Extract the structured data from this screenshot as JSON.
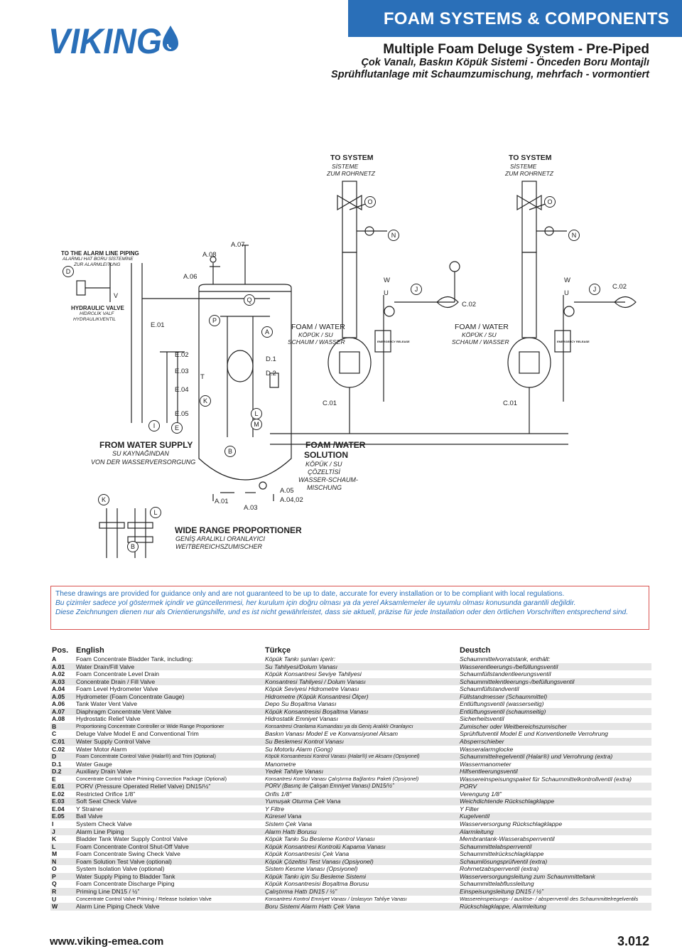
{
  "header": {
    "band_title": "FOAM SYSTEMS & COMPONENTS",
    "logo_text": "VIKING",
    "brand_color": "#2a6fb8"
  },
  "titles": {
    "en": "Multiple Foam Deluge System - Pre-Piped",
    "tr": "Çok Vanalı, Baskın Köpük Sistemi - Önceden Boru Montajlı",
    "de": "Sprühflutanlage mit Schaumzumischung, mehrfach - vormontiert"
  },
  "diagram": {
    "to_system_1": {
      "en": "TO SYSTEM",
      "tr": "SİSTEME",
      "de": "ZUM ROHRNETZ"
    },
    "to_system_2": {
      "en": "TO SYSTEM",
      "tr": "SİSTEME",
      "de": "ZUM ROHRNETZ"
    },
    "alarm_line": {
      "en": "TO THE ALARM LINE PIPING",
      "tr": "ALARMLI HAT BORU SİSTEMİNE",
      "de": "ZUR ALARMLEITUNG"
    },
    "hydraulic_valve": {
      "en": "HYDRAULIC VALVE",
      "tr": "HİDROLİK VALF",
      "de": "HYDRAULIKVENTIL"
    },
    "foam_water_1": {
      "en": "FOAM / WATER",
      "tr": "KÖPÜK / SU",
      "de": "SCHAUM / WASSER"
    },
    "foam_water_2": {
      "en": "FOAM / WATER",
      "tr": "KÖPÜK / SU",
      "de": "SCHAUM / WASSER"
    },
    "from_supply": {
      "en": "FROM WATER SUPPLY",
      "tr": "SU KAYNAĞINDAN",
      "de": "VON DER WASSERVERSORGUNG"
    },
    "solution": {
      "en1": "FOAM /WATER",
      "en2": "SOLUTION",
      "tr1": "KÖPÜK / SU",
      "tr2": "ÇÖZELTİSİ",
      "de1": "WASSER-SCHAUM-",
      "de2": "MISCHUNG"
    },
    "proportioner": {
      "en": "WIDE RANGE PROPORTIONER",
      "tr": "GENİŞ ARALIKLI ORANLAYICI",
      "de": "WEITBEREICHSZUMISCHER"
    },
    "emergency": "EMERGENCY RELEASE",
    "tags": {
      "a07": "A.07",
      "a08": "A.08",
      "a06": "A.06",
      "e01": "E.01",
      "e02": "E.02",
      "e03": "E.03",
      "e04": "E.04",
      "e05": "E.05",
      "d1": "D.1",
      "d2": "D.2",
      "c01a": "C.01",
      "c01b": "C.01",
      "c02a": "C.02",
      "c02b": "C.02",
      "a05": "A.05",
      "a0402": "A.04,02",
      "a01": "A.01",
      "a03": "A.03",
      "w1": "W",
      "u1": "U",
      "w2": "W",
      "u2": "U",
      "t": "T"
    },
    "circles": {
      "o1": "O",
      "o2": "O",
      "n1": "N",
      "n2": "N",
      "d": "D",
      "v": "V",
      "q": "Q",
      "p": "P",
      "a": "A",
      "j1": "J",
      "j2": "J",
      "k1": "K",
      "l1": "L",
      "m": "M",
      "i": "I",
      "e": "E",
      "b1": "B",
      "k2": "K",
      "l2": "L",
      "b2": "B"
    }
  },
  "disclaimer": {
    "en": "These drawings are provided for guidance only and are not guaranteed to be up to date, accurate for every installation or to be compliant with local regulations.",
    "tr": "Bu çizimler sadece yol göstermek içindir ve güncellenmesi, her kurulum için doğru olması ya da yerel Aksamlemeler ile uyumlu olması konusunda garantili değildir.",
    "de": "Diese Zeichnungen dienen nur als Orientierungshilfe, und es ist nicht gewährleistet, dass sie aktuell, präzise für jede Installation oder den örtlichen Vorschriften entsprechend sind."
  },
  "legend": {
    "headers": [
      "Pos.",
      "English",
      "Türkçe",
      "Deustch"
    ],
    "rows": [
      [
        "A",
        "Foam Concentrate Bladder Tank, including:",
        "Köpük Tankı şunları içerir:",
        "Schaummittelvorratstank, enthält:"
      ],
      [
        "A.01",
        "Water Drain/Fill Valve",
        "Su Tahliyesi/Dolum Vanası",
        "Wasserentleerungs-/befüllungsventil"
      ],
      [
        "A.02",
        "Foam Concentrate Level Drain",
        "Köpük Konsantresi Seviye Tahliyesi",
        "Schaumfüllstandentleerungsventil"
      ],
      [
        "A.03",
        "Concentrate Drain / Fill Valve",
        "Konsantresi Tahliyesi / Dolum Vanası",
        "Schaummittelentleerungs-/befüllungsventil"
      ],
      [
        "A.04",
        "Foam Level Hydrometer Valve",
        "Köpük Seviyesi Hidrometre Vanası",
        "Schaumfüllstandventil"
      ],
      [
        "A.05",
        "Hydrometer (Foam Concentrate Gauge)",
        "Hidrometre (Köpük Konsantresi Ölçer)",
        "Füllstandmesser (Schaummittel)"
      ],
      [
        "A.06",
        "Tank Water Vent Valve",
        "Depo Su Boşaltma Vanası",
        "Entlüftungsventil (wasserseitig)"
      ],
      [
        "A.07",
        "Diaphragm Concentrate Vent Valve",
        "Köpük Konsantresisi Boşaltma Vanası",
        "Entlüftungsventil (schaumseitig)"
      ],
      [
        "A.08",
        "Hydrostatic Relief Valve",
        "Hidrostatik Emniyet Vanası",
        "Sicherheitsventil"
      ],
      [
        "B",
        "Proportioning Concentrate Controller or Wide Range Proportioner",
        "Konsantresi Oranlama Kumandası ya da Geniş Aralıklı Oranlayıcı",
        "Zumischer oder Weitbereichszumischer"
      ],
      [
        "C",
        "Deluge Valve Model E and Conventional Trim",
        "Baskın Vanası Model E ve Konvansiyonel Aksam",
        "Sprühflutventil Model E und Konventionelle Verrohrung"
      ],
      [
        "C.01",
        "Water Supply Control Valve",
        "Su Beslemesi Kontrol Vanası",
        "Absperrschieber"
      ],
      [
        "C.02",
        "Water Motor Alarm",
        "Su Motorlu Alarm (Gong)",
        "Wasseralarmglocke"
      ],
      [
        "D",
        "Foam Concentrate Control Valve (Halar®) and Trim (Optional)",
        "Köpük Konsantresisi Kontrol Vanası (Halar®) ve Aksamı (Opsiyonel)",
        "Schaummittelregelventil (Halar®) und Verrohrung (extra)"
      ],
      [
        "D.1",
        "Water Gauge",
        "Manometre",
        "Wassermanometer"
      ],
      [
        "D.2",
        "Auxiliary Drain Valve",
        "Yedek Tahliye Vanası",
        "Hilfsentleerungsventil"
      ],
      [
        "E",
        "Concentrate Control Valve Priming Connection Package (Optional)",
        "Konsantresi Kontrol Vanası Çalıştırma Bağlantısı Paketi (Opsiyonel)",
        "Wassereinspeisungspaket für Schaummittelkontrollventil (extra)"
      ],
      [
        "E.01",
        "PORV (Pressure Operated Relief Valve) DN15/½”",
        "PORV (Basınç ile Çalışan Emniyet Vanası) DN15/½”",
        "PORV"
      ],
      [
        "E.02",
        "Restricted Orifice 1/8”",
        "Orifis 1/8”",
        "Verengung 1/8”"
      ],
      [
        "E.03",
        "Soft Seat Check Valve",
        "Yumuşak Oturma Çek Vana",
        "Weichdichtende Rückschlagklappe"
      ],
      [
        "E.04",
        "Y Strainer",
        "Y Filtre",
        "Y Filter"
      ],
      [
        "E.05",
        "Ball Valve",
        "Küresel Vana",
        "Kugelventil"
      ],
      [
        "I",
        "System Check Valve",
        "Sistem Çek Vana",
        "Wasserversorgung Rückschlagklappe"
      ],
      [
        "J",
        "Alarm Line Piping",
        "Alarm Hattı Borusu",
        "Alarmleitung"
      ],
      [
        "K",
        "Bladder Tank Water Supply Control Valve",
        "Köpük Tankı Su Besleme Kontrol Vanası",
        "Membrantank-Wasserabsperrventil"
      ],
      [
        "L",
        "Foam Concentrate Control Shut-Off Valve",
        "Köpük Konsantresi Kontrolü Kapama Vanası",
        "Schaummittelabsperrventil"
      ],
      [
        "M",
        "Foam Concentrate Swing Check Valve",
        "Köpük Konsantresisi Çek Vana",
        "Schaummittelrückschlagklappe"
      ],
      [
        "N",
        "Foam Solution Test Valve (optional)",
        "Köpük Çözeltisi Test Vanası (Opsiyonel)",
        "Schaumlösungsprüfventil (extra)"
      ],
      [
        "O",
        "System Isolation Valve (optional)",
        "Sistem Kesme Vanası (Opsiyonel)",
        "Rohrnetzabsperrventil (extra)"
      ],
      [
        "P",
        "Water Supply Piping to Bladder Tank",
        "Köpük Tankı için Su Besleme Sistemi",
        "Wasserversorgungsleitung zum Schaummitteltank"
      ],
      [
        "Q",
        "Foam Concentrate Discharge Piping",
        "Köpük Konsantresisi Boşaltma Borusu",
        "Schaummittelabflussleitung"
      ],
      [
        "R",
        "Priming Line DN15 / ½”",
        "Çalıştırma Hattı DN15 / ½”",
        "Einspeisungsleitung DN15 / ½”"
      ],
      [
        "U",
        "Concentrate Control Valve Priming / Release Isolation Valve",
        "Konsantresi Kontrol Emniyet Vanası / İzolasyon Tahliye Vanası",
        "Wassereinspeisungs- / auslöse- / absperrventil des Schaummittelregelventils"
      ],
      [
        "W",
        "Alarm Line Piping Check Valve",
        "Boru Sistemi Alarm Hattı Çek Vana",
        "Rückschlagklappe, Alarmleitung"
      ]
    ]
  },
  "footer": {
    "url": "www.viking-emea.com",
    "page": "3.012"
  }
}
